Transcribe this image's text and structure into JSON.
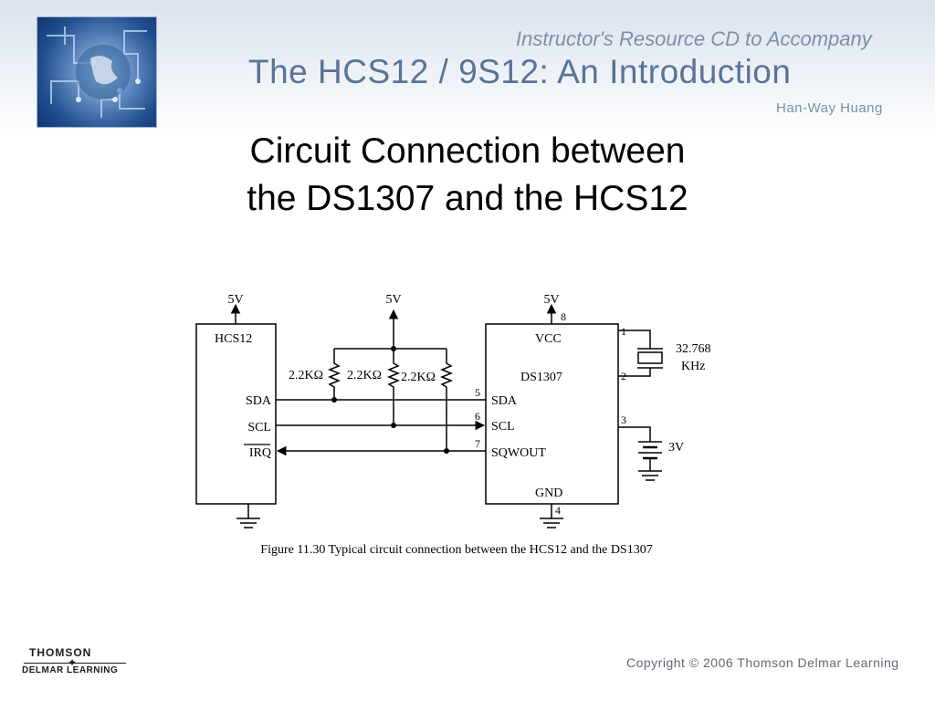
{
  "header": {
    "line1": "Instructor's Resource CD to Accompany",
    "line2": "The HCS12 / 9S12: An Introduction",
    "line3": "Han-Way Huang"
  },
  "slide": {
    "title_line1": "Circuit Connection between",
    "title_line2": "the DS1307 and the HCS12"
  },
  "circuit": {
    "supply_labels": [
      "5V",
      "5V",
      "5V"
    ],
    "hcs12": {
      "name": "HCS12",
      "pins": [
        "SDA",
        "SCL",
        "IRQ"
      ]
    },
    "resistors": [
      "2.2KΩ",
      "2.2KΩ",
      "2.2KΩ"
    ],
    "ds1307": {
      "name": "DS1307",
      "vcc": "VCC",
      "gnd": "GND",
      "pins": [
        "SDA",
        "SCL",
        "SQWOUT"
      ],
      "pin_numbers": {
        "vcc": "8",
        "x1": "1",
        "x2": "2",
        "vbat": "3",
        "gnd": "4",
        "sda": "5",
        "scl": "6",
        "sqwout": "7"
      }
    },
    "crystal": {
      "value_line1": "32.768",
      "value_line2": "KHz"
    },
    "battery": "3V",
    "caption": "Figure 11.30 Typical circuit connection between the HCS12 and the DS1307"
  },
  "footer": {
    "logo_line1": "THOMSON",
    "logo_line2": "DELMAR LEARNING",
    "copyright": "Copyright © 2006 Thomson Delmar Learning"
  },
  "colors": {
    "header_text": "#5a7396",
    "header_sub": "#7d8fa8",
    "logo_blue": "#1f4d8e",
    "wire": "#000000"
  }
}
